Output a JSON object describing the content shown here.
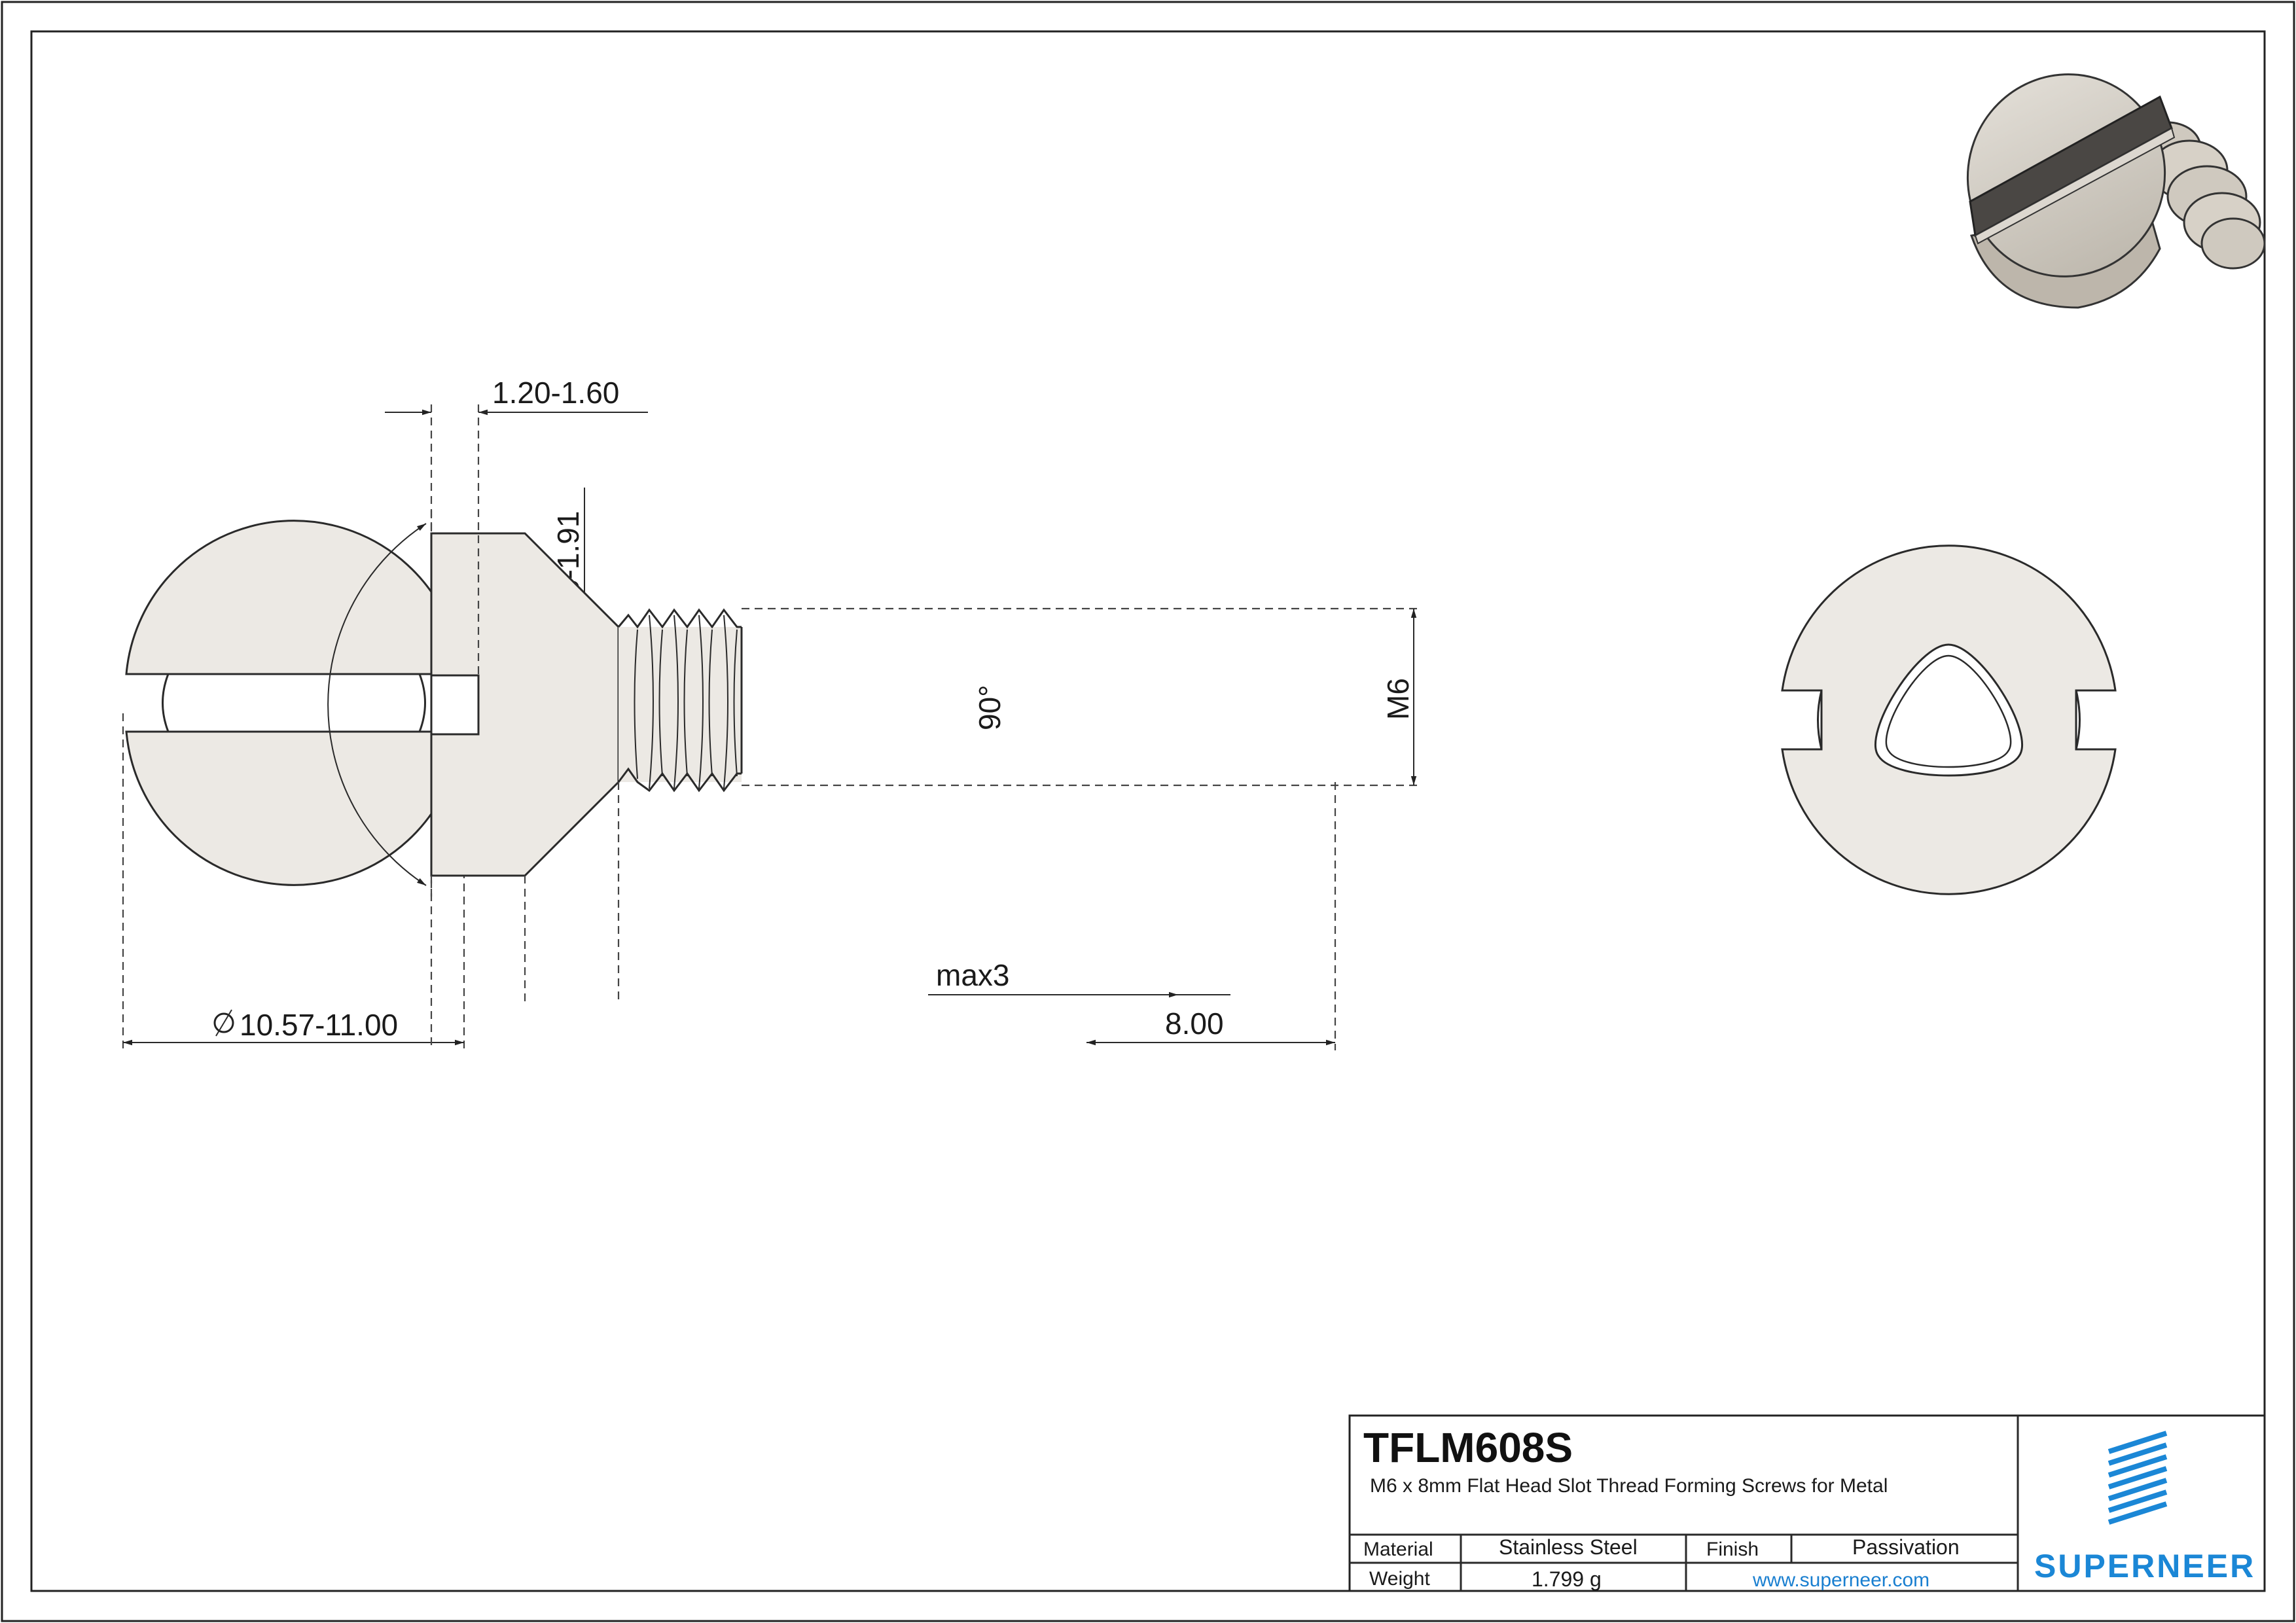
{
  "dimensions": {
    "head_diameter": "10.57-11.00",
    "slot_width": "1.66-1.91",
    "slot_depth": "1.20-1.60",
    "head_angle": "90°",
    "thread_size": "M6",
    "underhead": "max3",
    "length": "8.00"
  },
  "title_block": {
    "part_number": "TFLM608S",
    "description": "M6 x 8mm Flat Head Slot Thread Forming Screws for Metal",
    "material_label": "Material",
    "material_value": "Stainless Steel",
    "finish_label": "Finish",
    "finish_value": "Passivation",
    "weight_label": "Weight",
    "weight_value": "1.799 g",
    "website": "www.superneer.com",
    "brand": "SUPERNEER"
  },
  "colors": {
    "line": "#2a2a2a",
    "brand_blue": "#1b87d6",
    "steel_fill": "#d6d1c8",
    "slot_dark": "#4a4744"
  }
}
